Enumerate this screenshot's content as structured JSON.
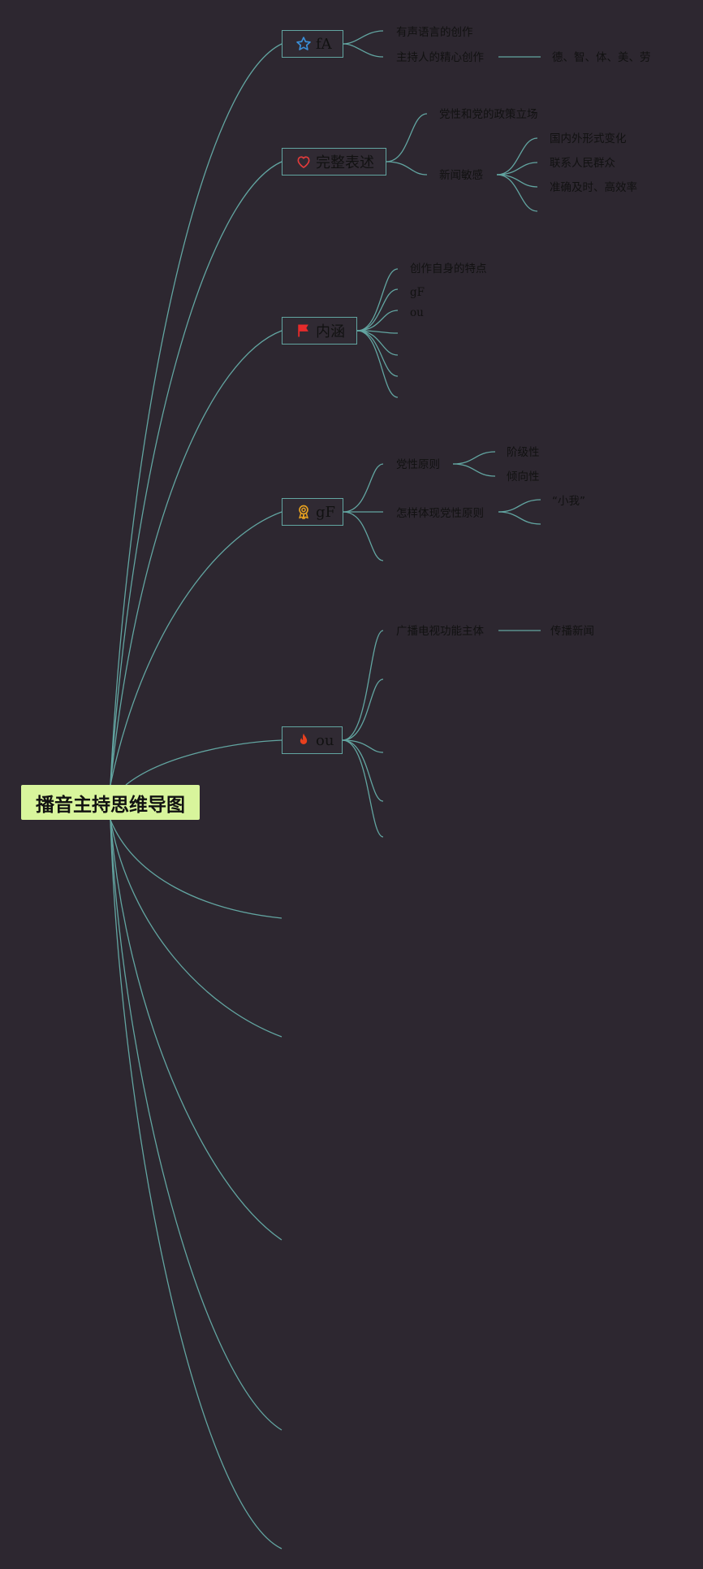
{
  "root": {
    "label": "播音主持思维导图"
  },
  "topics": [
    {
      "label": "fA",
      "icon": "star-icon",
      "icon_color": "#3a8fd8",
      "children": [
        {
          "label": "有声语言的创作"
        },
        {
          "label": "主持人的精心创作",
          "children": [
            {
              "label": "德、智、体、美、劳"
            }
          ]
        }
      ]
    },
    {
      "label": "完整表述",
      "icon": "heart-icon",
      "icon_color": "#e23b3b",
      "children": [
        {
          "label": "党性和党的政策立场"
        },
        {
          "label": "新闻敏感",
          "children": [
            {
              "label": "国内外形式变化"
            },
            {
              "label": "联系人民群众"
            },
            {
              "label": "准确及时、高效率"
            },
            {
              "label": ""
            }
          ]
        }
      ]
    },
    {
      "label": "内涵",
      "icon": "flag-icon",
      "icon_color": "#e62b2b",
      "children": [
        {
          "label": "创作自身的特点"
        },
        {
          "label": "gF"
        },
        {
          "label": "ou"
        },
        {
          "label": ""
        },
        {
          "label": ""
        },
        {
          "label": ""
        },
        {
          "label": ""
        }
      ]
    },
    {
      "label": "gF",
      "icon": "award-icon",
      "icon_color": "#e5a020",
      "children": [
        {
          "label": "党性原则",
          "children": [
            {
              "label": "阶级性"
            },
            {
              "label": "倾向性"
            }
          ]
        },
        {
          "label": "怎样体现党性原则",
          "children": [
            {
              "label": "“小我”"
            },
            {
              "label": ""
            }
          ]
        },
        {
          "label": ""
        }
      ]
    },
    {
      "label": "ou",
      "icon": "fire-icon",
      "icon_color": "#e8401e",
      "children": [
        {
          "label": "广播电视功能主体",
          "children": [
            {
              "label": "传播新闻"
            }
          ]
        },
        {
          "label": ""
        },
        {
          "label": ""
        },
        {
          "label": ""
        },
        {
          "label": ""
        }
      ]
    }
  ]
}
